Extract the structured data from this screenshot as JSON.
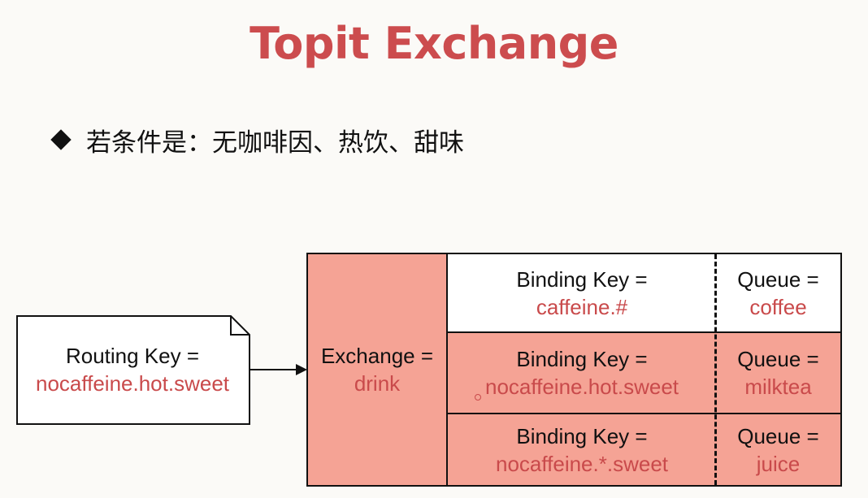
{
  "title": "Topit Exchange",
  "condition": {
    "bullet_icon": "diamond-bullet",
    "text": "若条件是：无咖啡因、热饮、甜味"
  },
  "routing_note": {
    "label": "Routing Key =",
    "value": "nocaffeine.hot.sweet"
  },
  "exchange": {
    "label": "Exchange =",
    "value": "drink"
  },
  "bindings": [
    {
      "binding_label": "Binding Key =",
      "binding_value": "caffeine.#",
      "queue_label": "Queue =",
      "queue_value": "coffee"
    },
    {
      "binding_label": "Binding Key =",
      "binding_value": "nocaffeine.hot.sweet",
      "queue_label": "Queue =",
      "queue_value": "milktea"
    },
    {
      "binding_label": "Binding Key =",
      "binding_value": "nocaffeine.*.sweet",
      "queue_label": "Queue =",
      "queue_value": "juice"
    }
  ],
  "colors": {
    "title": "#cc4c4e",
    "highlight_fill": "#f5a395",
    "value_text": "#c94a4b",
    "background": "#fbfaf7"
  }
}
